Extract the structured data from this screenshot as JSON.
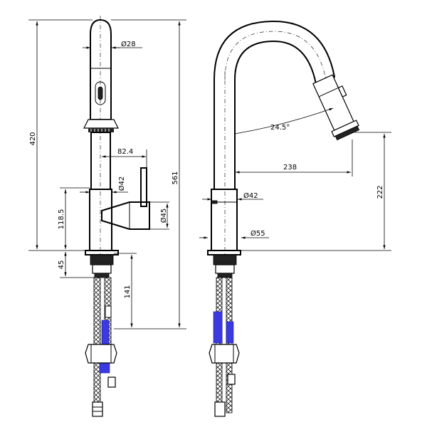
{
  "dimensions": {
    "left_view": {
      "spout_diameter": "Ø28",
      "reach": "82.4",
      "body_diameter": "Ø42",
      "handle_diameter": "Ø45",
      "height_to_body": "420",
      "total_height": "561",
      "handle_height": "118.5",
      "deck_thickness": "45",
      "shank_length": "141"
    },
    "right_view": {
      "angle": "24.5°",
      "spout_reach": "238",
      "outlet_height": "222",
      "body_diameter": "Ø42",
      "base_diameter": "Ø55"
    }
  },
  "colors": {
    "line": "#000000",
    "hose_accent": "#3a3ae0"
  }
}
